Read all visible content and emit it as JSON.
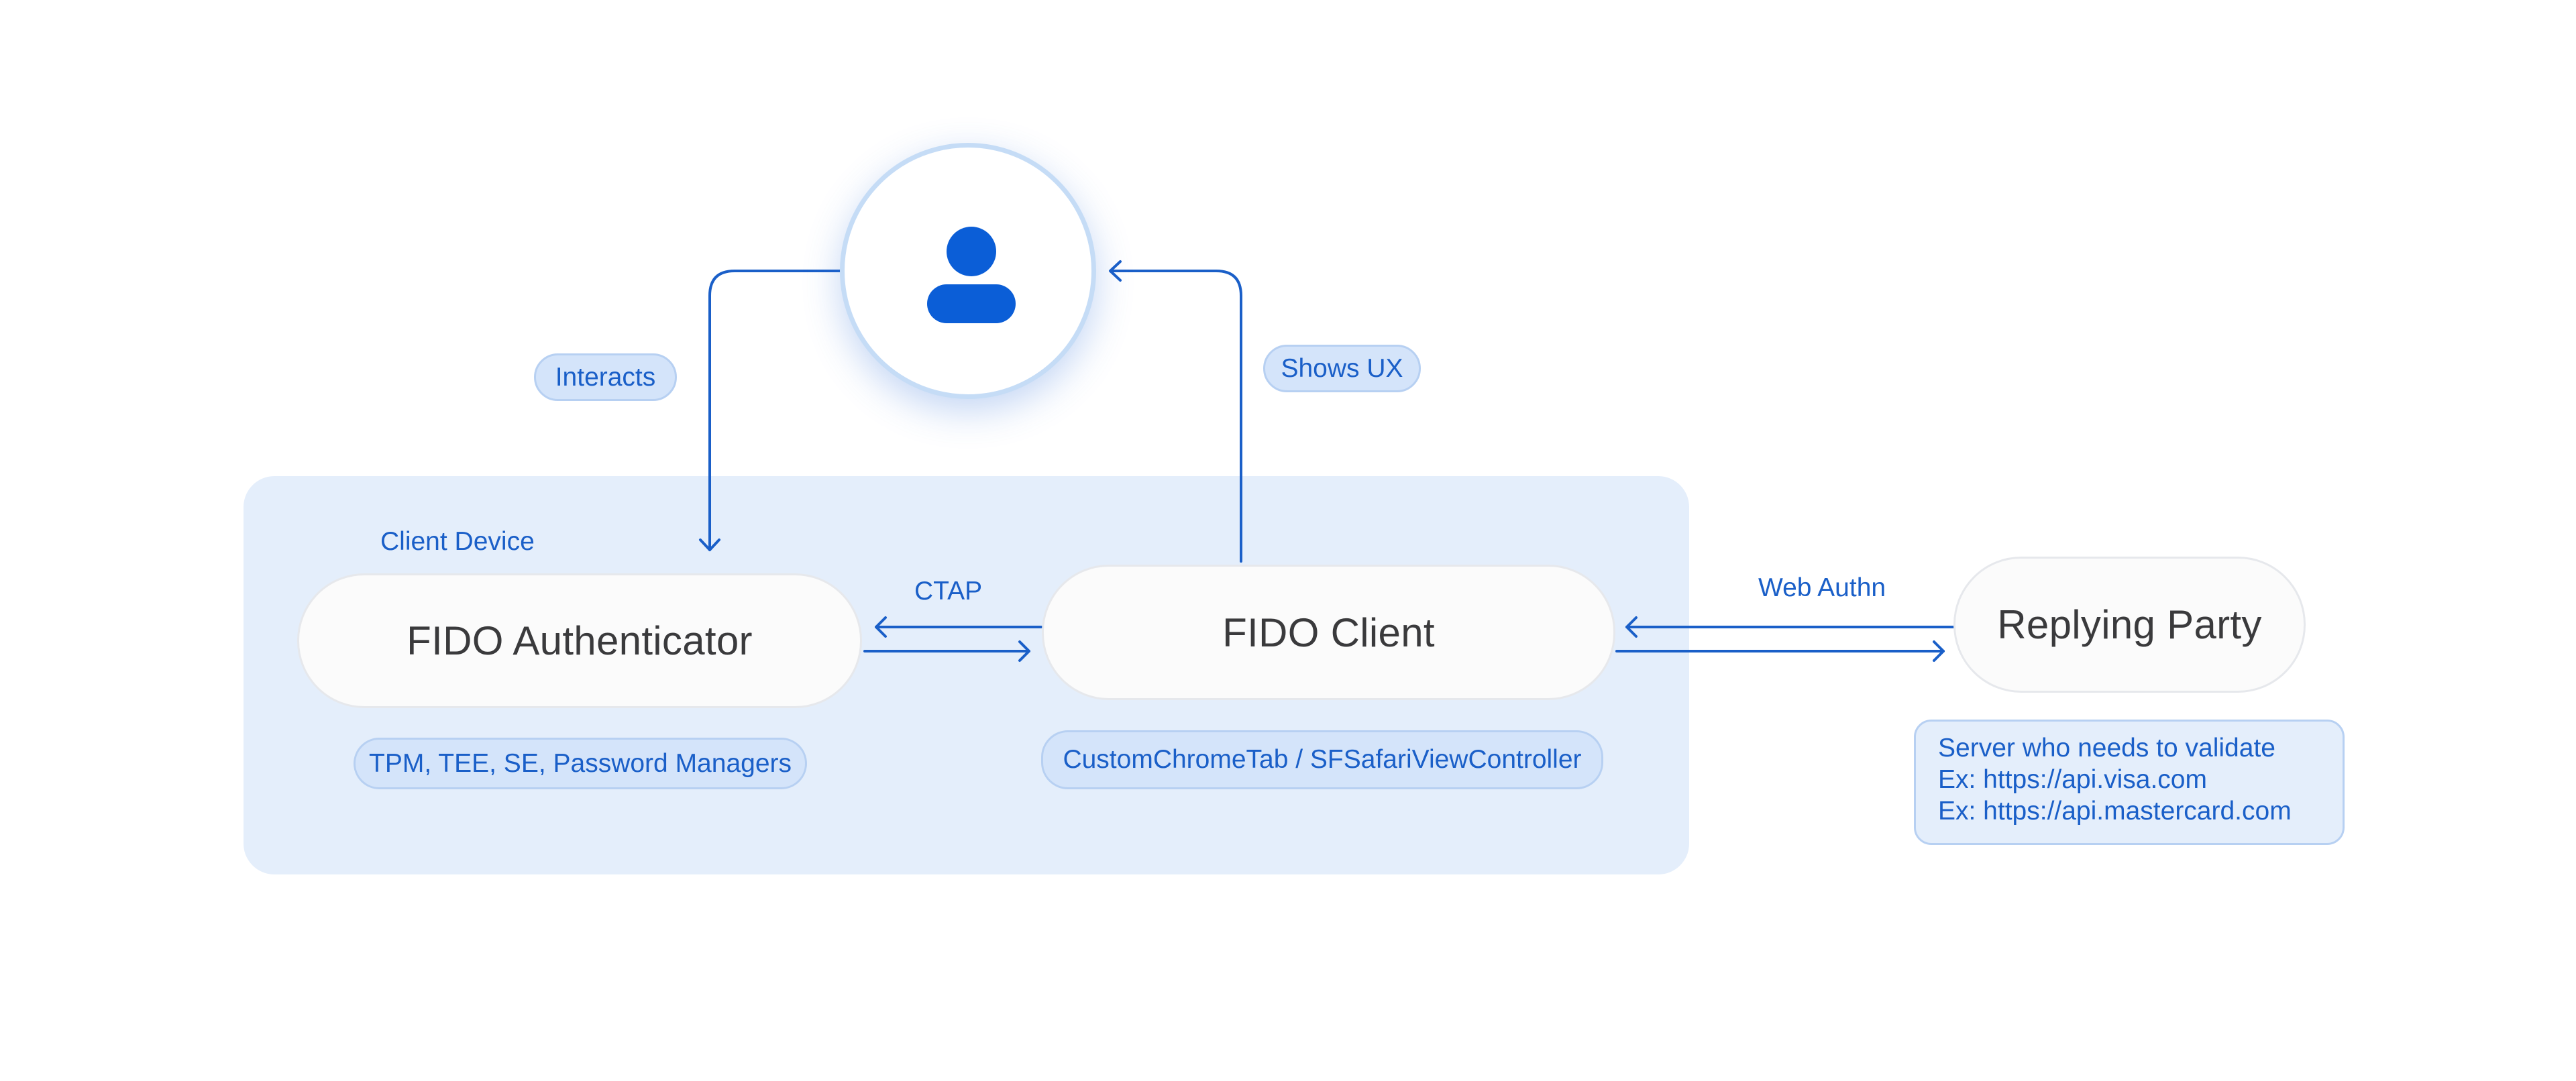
{
  "device": {
    "label": "Client Device"
  },
  "nodes": {
    "authenticator": "FIDO Authenticator",
    "client": "FIDO Client",
    "party": "Replying Party"
  },
  "pills": {
    "interacts": "Interacts",
    "shows_ux": "Shows UX",
    "authenticator_types": "TPM, TEE, SE, Password Managers",
    "client_types": "CustomChromeTab / SFSafariViewController"
  },
  "labels": {
    "ctap": "CTAP",
    "webauthn": "Web Authn"
  },
  "server_note": {
    "lines": [
      "Server who needs to validate",
      "Ex: https://api.visa.com",
      "Ex: https://api.mastercard.com"
    ]
  },
  "colors": {
    "accent": "#1a5fc8",
    "user_icon": "#0b5ed7",
    "device_bg": "#e4eefb"
  },
  "icons": {
    "user": "user-icon"
  }
}
